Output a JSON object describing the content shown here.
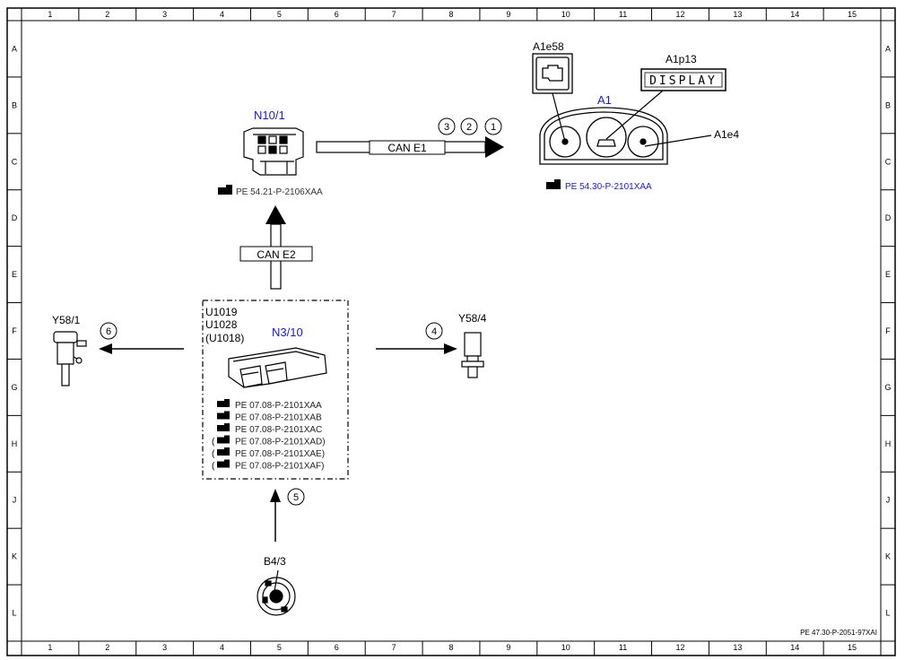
{
  "frame": {
    "columns": [
      "1",
      "2",
      "3",
      "4",
      "5",
      "6",
      "7",
      "8",
      "9",
      "10",
      "11",
      "12",
      "13",
      "14",
      "15"
    ],
    "rows": [
      "A",
      "B",
      "C",
      "D",
      "E",
      "F",
      "G",
      "H",
      "J",
      "K",
      "L"
    ],
    "doc_ref": "PE 47.30-P-2051-97XAI"
  },
  "components": {
    "n10_1": {
      "label": "N10/1",
      "ref": "PE 54.21-P-2106XAA"
    },
    "a1": {
      "label": "A1",
      "ref": "PE 54.30-P-2101XAA",
      "a1e58": "A1e58",
      "a1p13": "A1p13",
      "a1e4": "A1e4",
      "display_text": "DISPLAY"
    },
    "n3_10": {
      "label": "N3/10",
      "codes": [
        "U1019",
        "U1028",
        "(U1018)"
      ],
      "refs": [
        "PE 07.08-P-2101XAA",
        "PE 07.08-P-2101XAB",
        "PE 07.08-P-2101XAC",
        "(PE 07.08-P-2101XAD)",
        "(PE 07.08-P-2101XAE)",
        "(PE 07.08-P-2101XAF)"
      ]
    },
    "y58_1": {
      "label": "Y58/1"
    },
    "y58_4": {
      "label": "Y58/4"
    },
    "b4_3": {
      "label": "B4/3"
    }
  },
  "buses": {
    "can_e1": "CAN E1",
    "can_e2": "CAN E2"
  },
  "signals": {
    "s1": "1",
    "s2": "2",
    "s3": "3",
    "s4": "4",
    "s5": "5",
    "s6": "6"
  },
  "colors": {
    "component_label": "#1a1ad6",
    "line": "#000000"
  }
}
